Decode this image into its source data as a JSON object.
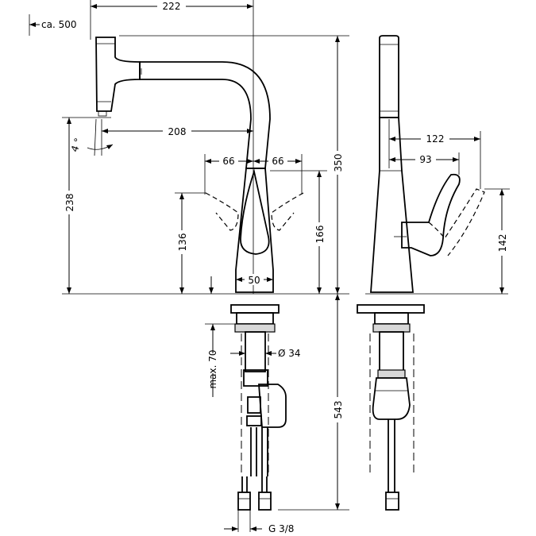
{
  "dimensions": {
    "total_width": "222",
    "hose_length": "ca. 500",
    "reach": "208",
    "swivel_angle": "4 °",
    "height_to_outlet": "238",
    "total_height": "350",
    "handle_left": "66",
    "handle_right": "66",
    "handle_height_center": "136",
    "handle_height_max": "166",
    "base_diameter": "50",
    "max_counter_thickness": "max. 70",
    "hole_diameter": "Ø 34",
    "connection_length": "543",
    "thread": "G 3/8",
    "side_handle_reach": "122",
    "side_handle_distance": "93",
    "side_handle_height": "142"
  }
}
